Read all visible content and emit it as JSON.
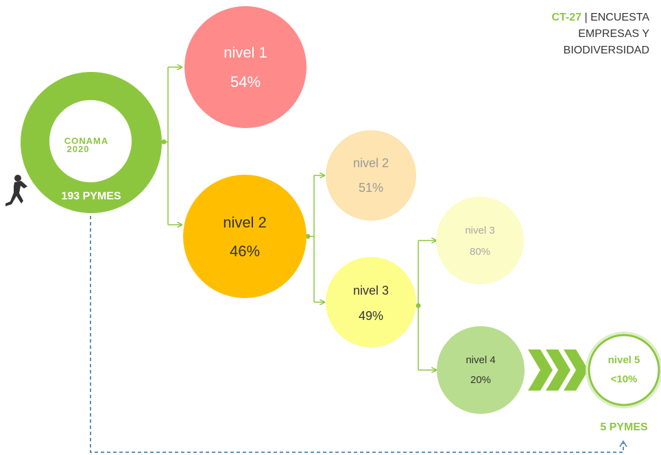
{
  "header": {
    "code": "CT-27",
    "separator": " | ",
    "line1": "ENCUESTA",
    "line2": "EMPRESAS Y",
    "line3": "BIODIVERSIDAD"
  },
  "colors": {
    "green": "#8cc63f",
    "green_dark": "#7ab52a",
    "nivel1_l1": "#ff8a8a",
    "nivel2_l1": "#ffbf00",
    "nivel2_l2": "#fde4b0",
    "nivel3_l2": "#fdfd8a",
    "nivel3_l3": "#fcfcc6",
    "nivel4_l3": "#b9dd8f",
    "dashed": "#5b8fbf"
  },
  "root": {
    "logo_line1": "CONAMA",
    "logo_line2": "2020",
    "label": "193 PYMES"
  },
  "nodes": [
    {
      "id": "l1_n1",
      "label": "nivel 1",
      "value": "54%"
    },
    {
      "id": "l1_n2",
      "label": "nivel 2",
      "value": "46%"
    },
    {
      "id": "l2_n2",
      "label": "nivel 2",
      "value": "51%"
    },
    {
      "id": "l2_n3",
      "label": "nivel 3",
      "value": "49%"
    },
    {
      "id": "l3_n3",
      "label": "nivel 3",
      "value": "80%"
    },
    {
      "id": "l3_n4",
      "label": "nivel 4",
      "value": "20%"
    },
    {
      "id": "final_n5",
      "label": "nivel 5",
      "value": "<10%"
    }
  ],
  "final_label": "5 PYMES",
  "icons": {
    "person": "person-pushing-icon",
    "chevrons": "chevron-right-icon"
  }
}
